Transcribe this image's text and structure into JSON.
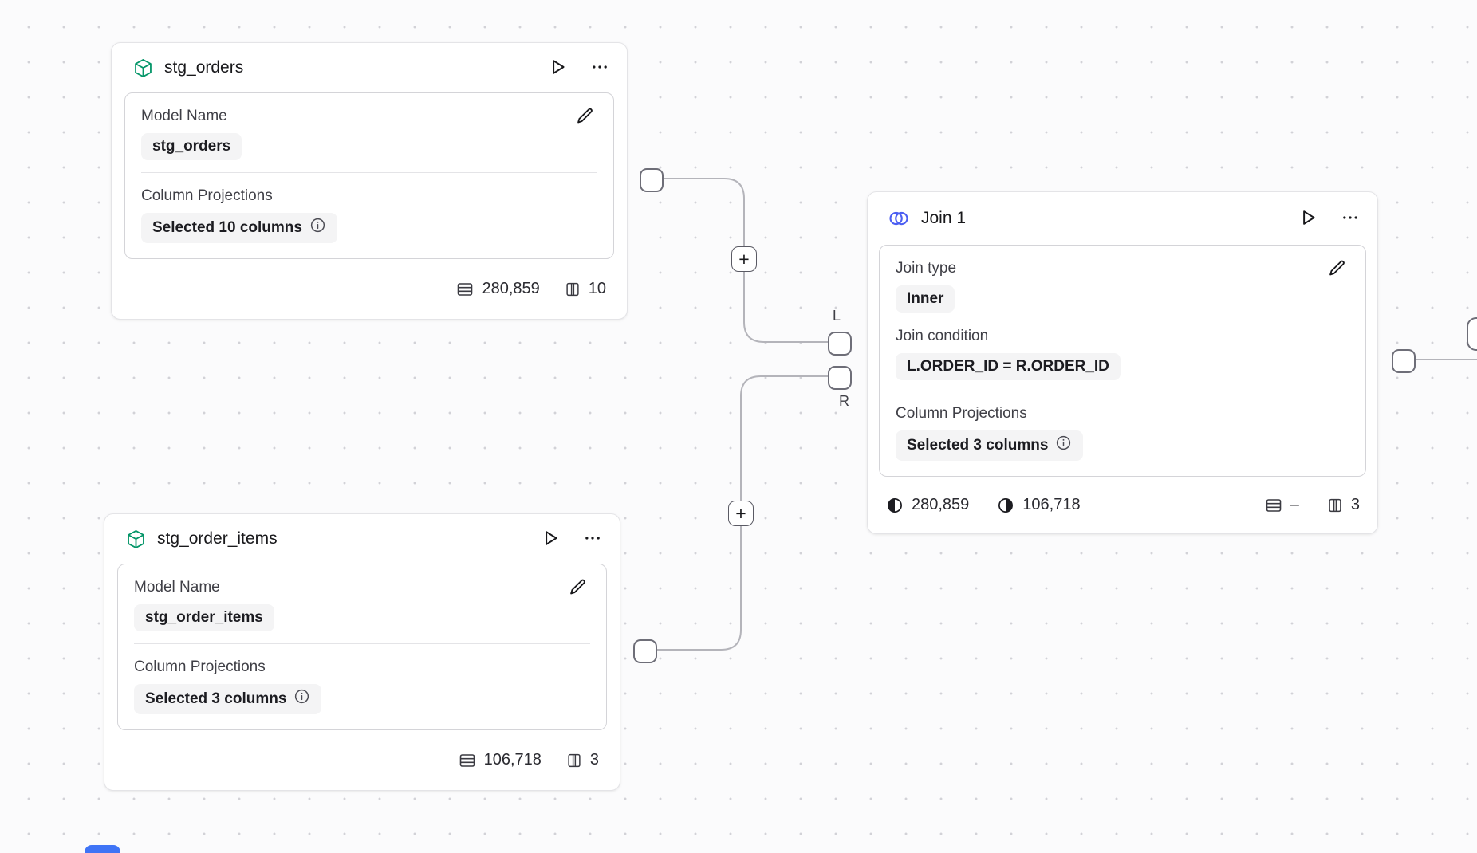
{
  "nodes": {
    "stg_orders": {
      "title": "stg_orders",
      "model_name": {
        "label": "Model Name",
        "value": "stg_orders"
      },
      "projections": {
        "label": "Column Projections",
        "value": "Selected 10 columns"
      },
      "stats": {
        "rows": "280,859",
        "columns": "10"
      }
    },
    "stg_order_items": {
      "title": "stg_order_items",
      "model_name": {
        "label": "Model Name",
        "value": "stg_order_items"
      },
      "projections": {
        "label": "Column Projections",
        "value": "Selected 3 columns"
      },
      "stats": {
        "rows": "106,718",
        "columns": "3"
      }
    },
    "join1": {
      "title": "Join 1",
      "join_type": {
        "label": "Join type",
        "value": "Inner"
      },
      "join_condition": {
        "label": "Join condition",
        "value": "L.ORDER_ID = R.ORDER_ID"
      },
      "projections": {
        "label": "Column Projections",
        "value": "Selected 3 columns"
      },
      "stats": {
        "left_rows": "280,859",
        "right_rows": "106,718",
        "rows": "–",
        "columns": "3"
      }
    }
  },
  "edges": {
    "left_input_label": "L",
    "right_input_label": "R",
    "add_step_label": "+"
  },
  "colors": {
    "model_icon": "#059669",
    "join_icon": "#4c5ff2",
    "wire": "#b4b4ba",
    "accent_blue": "#3f74f6"
  }
}
